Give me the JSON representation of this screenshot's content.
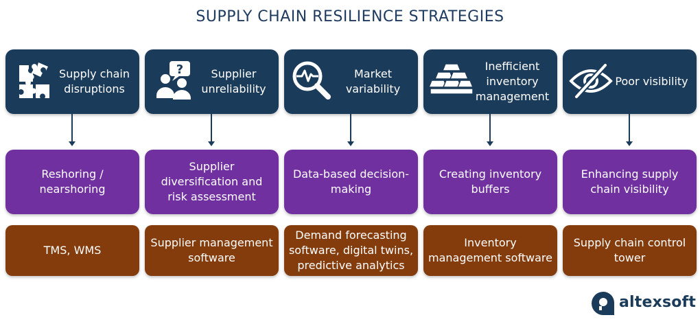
{
  "title": "SUPPLY CHAIN RESILIENCE STRATEGIES",
  "columns": [
    {
      "problem": "Supply chain disruptions",
      "icon": "puzzle-icon",
      "strategy": "Reshoring / nearshoring",
      "tools": "TMS, WMS"
    },
    {
      "problem": "Supplier unreliability",
      "icon": "people-question-icon",
      "strategy": "Supplier diversification and risk assessment",
      "tools": "Supplier management software"
    },
    {
      "problem": "Market variability",
      "icon": "magnifier-pulse-icon",
      "strategy": "Data-based decision-making",
      "tools": "Demand forecasting software, digital twins, predictive analytics"
    },
    {
      "problem": "Inefficient inventory management",
      "icon": "stacked-bars-icon",
      "strategy": "Creating inventory buffers",
      "tools": "Inventory management software"
    },
    {
      "problem": "Poor visibility",
      "icon": "eye-slash-icon",
      "strategy": "Enhancing supply chain visibility",
      "tools": "Supply chain control tower"
    }
  ],
  "logo": {
    "text": "altexsoft"
  },
  "colors": {
    "problem": "#1b3b5a",
    "strategy": "#7030a0",
    "tool": "#843c0c",
    "title": "#1e3a5f"
  }
}
